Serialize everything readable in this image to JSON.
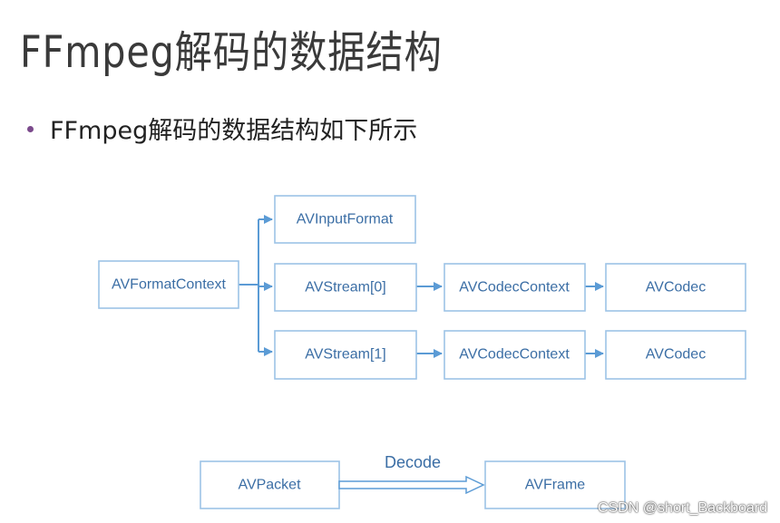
{
  "slide": {
    "title": "FFmpeg解码的数据结构",
    "bullet": "FFmpeg解码的数据结构如下所示"
  },
  "diagram": {
    "boxes": {
      "format_context": "AVFormatContext",
      "input_format": "AVInputFormat",
      "stream0": "AVStream[0]",
      "stream1": "AVStream[1]",
      "codec_context0": "AVCodecContext",
      "codec_context1": "AVCodecContext",
      "codec0": "AVCodec",
      "codec1": "AVCodec",
      "packet": "AVPacket",
      "frame": "AVFrame"
    },
    "decode_label": "Decode"
  },
  "watermark": "CSDN @short_Backboard",
  "colors": {
    "box_border": "#9dc3e6",
    "box_text": "#3b6ea5",
    "arrow": "#5b9bd5",
    "bullet": "#7b4a8c"
  }
}
